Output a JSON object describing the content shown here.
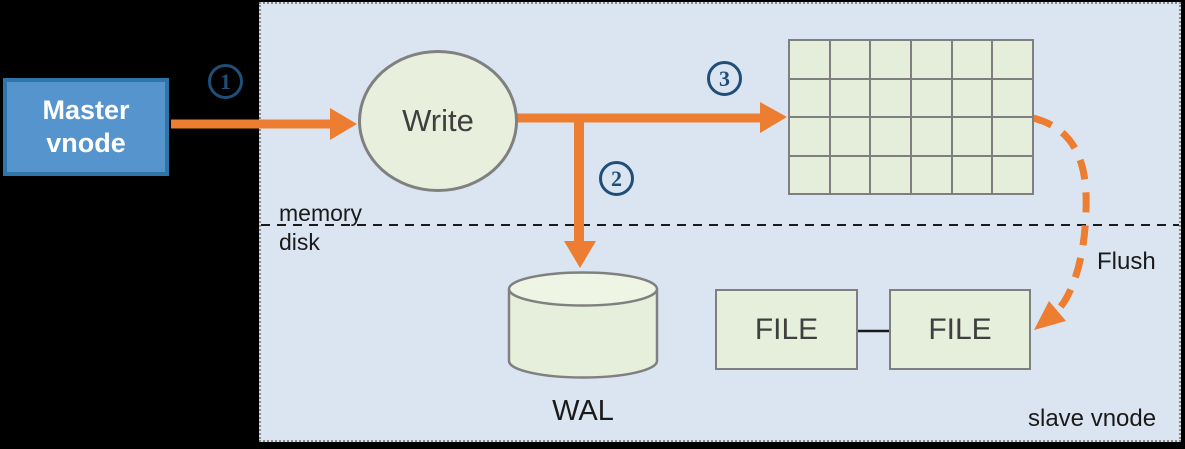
{
  "diagram": {
    "master_vnode": {
      "line1": "Master",
      "line2": "vnode"
    },
    "write_node": {
      "label": "Write"
    },
    "wal": {
      "label": "WAL"
    },
    "files": {
      "file1": "FILE",
      "file2": "FILE"
    },
    "steps": {
      "step1": "1",
      "step2": "2",
      "step3": "3"
    },
    "labels": {
      "memory": "memory",
      "disk": "disk",
      "flush": "Flush",
      "slave_vnode": "slave vnode"
    },
    "memtable": {
      "rows": 4,
      "cols": 6
    }
  },
  "colors": {
    "background": "#000000",
    "board_fill": "#dbe5f1",
    "board_border": "#8a8a8a",
    "master_fill": "#5594cc",
    "master_border": "#2e75a8",
    "green_fill": "#e5efdb",
    "green_fill_light": "#eff5e5",
    "shape_border": "#7f7f7f",
    "arrow_orange": "#ed7d31",
    "step_blue": "#1f4e79",
    "text_dark": "#3f3f3f",
    "text_black": "#1a1a1a"
  }
}
